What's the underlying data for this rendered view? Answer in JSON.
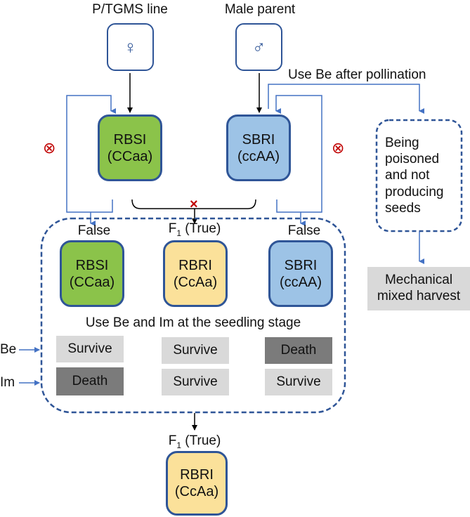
{
  "parents": {
    "female_label": "P/TGMS line",
    "female_symbol": "♀",
    "male_label": "Male parent",
    "male_symbol": "♂"
  },
  "top_nodes": {
    "left": {
      "name": "RBSI",
      "genotype": "(CCaa)"
    },
    "right": {
      "name": "SBRI",
      "genotype": "(ccAA)"
    }
  },
  "cross_symbol": "×",
  "selfing_symbol": "⊗",
  "pollination_label": "Use Be after pollination",
  "poisoned_box": {
    "lines": [
      "Being",
      "poisoned",
      "and not",
      "producing",
      "seeds"
    ]
  },
  "harvest_box": {
    "lines": [
      "Mechanical",
      "mixed harvest"
    ]
  },
  "offspring": {
    "columns": [
      {
        "heading": "False",
        "name": "RBSI",
        "genotype": "(CCaa)",
        "be": "Survive",
        "im": "Death"
      },
      {
        "heading_main": "F",
        "heading_sub": "1",
        "heading_rest": " (True)",
        "name": "RBRI",
        "genotype": "(CcAa)",
        "be": "Survive",
        "im": "Survive"
      },
      {
        "heading": "False",
        "name": "SBRI",
        "genotype": "(ccAA)",
        "be": "Death",
        "im": "Survive"
      }
    ],
    "seedling_label": "Use Be and Im at the seedling stage",
    "be_label": "Be",
    "im_label": "Im"
  },
  "result": {
    "heading_main": "F",
    "heading_sub": "1",
    "heading_rest": " (True)",
    "name": "RBRI",
    "genotype": "(CcAa)"
  },
  "colors": {
    "outline": "#2f5597",
    "arrow_blue": "#4472c4",
    "green": "#8bc34a",
    "blue": "#9dc3e6",
    "yellow": "#fbe19a",
    "survive_gray": "#d9d9d9",
    "death_gray": "#7b7b7b",
    "cross_red": "#c00000"
  }
}
